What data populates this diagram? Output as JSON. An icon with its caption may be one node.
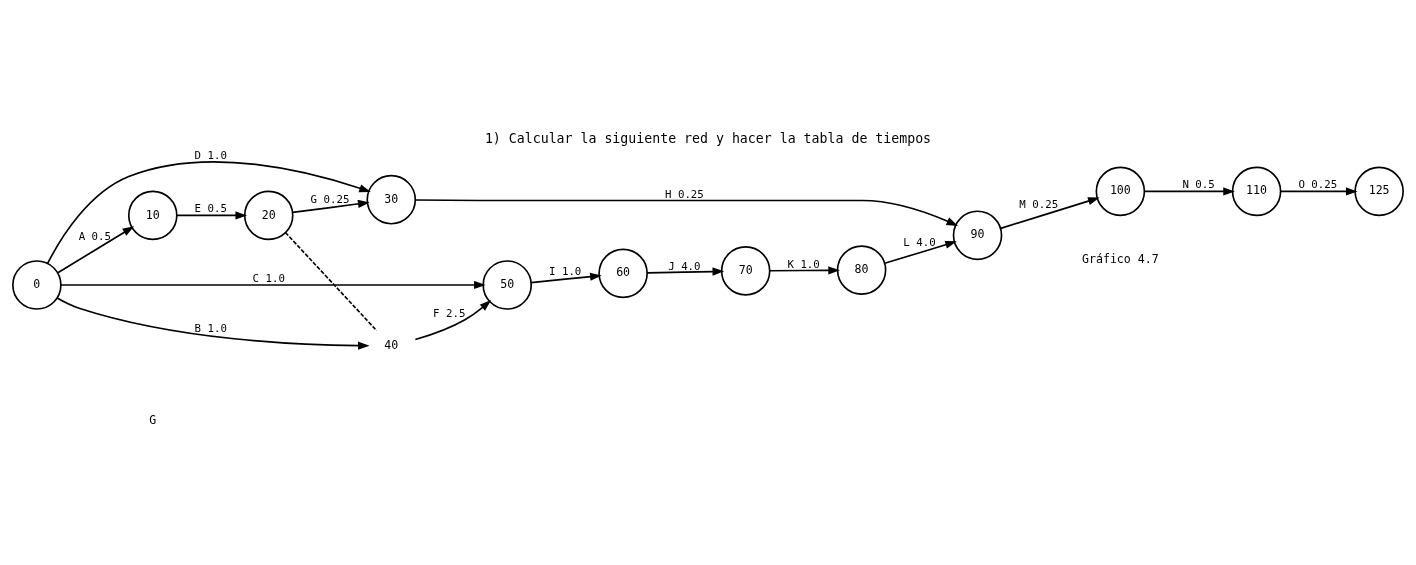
{
  "diagram": {
    "title": "1) Calcular la siguiente red y hacer la tabla de tiempos",
    "caption": "Gráfico 4.7",
    "nodes": [
      {
        "text": [
          "0"
        ]
      },
      {
        "text": [
          "10"
        ]
      },
      {
        "text": [
          "20"
        ]
      },
      {
        "text": [
          "30"
        ]
      },
      {
        "text": [
          "40"
        ]
      },
      {
        "text": [
          "50"
        ]
      },
      {
        "text": [
          "60"
        ]
      },
      {
        "text": [
          "70"
        ]
      },
      {
        "text": [
          "80"
        ]
      },
      {
        "text": [
          "90"
        ]
      },
      {
        "text": [
          "100"
        ]
      },
      {
        "text": [
          "110"
        ]
      },
      {
        "text": [
          "125"
        ]
      }
    ],
    "edges": [
      {
        "from": 0,
        "to": 3,
        "arrow": "to",
        "label": "D 1.0"
      },
      {
        "from": 0,
        "to": 1,
        "arrow": "to",
        "label": "A 0.5"
      },
      {
        "from": 1,
        "to": 2,
        "arrow": "to",
        "label": "E 0.5"
      },
      {
        "from": 2,
        "to": 3,
        "arrow": "to",
        "label": "G 0.25"
      },
      {
        "from": 3,
        "to": 9,
        "arrow": "to",
        "label": "H 0.25"
      },
      {
        "from": 0,
        "to": 4,
        "arrow": "to",
        "label": "B 1.0"
      },
      {
        "from": 2,
        "to": 4,
        "arrow": "none",
        "style": "dashed"
      },
      {
        "from": 4,
        "to": 5,
        "arrow": "to",
        "label": "F 2.5"
      },
      {
        "from": 0,
        "to": 5,
        "arrow": "to",
        "label": "C 1.0"
      },
      {
        "from": 5,
        "to": 6,
        "arrow": "to",
        "label": "I 1.0"
      },
      {
        "from": 6,
        "to": 7,
        "arrow": "to",
        "label": "J 4.0"
      },
      {
        "from": 7,
        "to": 8,
        "arrow": "to",
        "label": "K 1.0"
      },
      {
        "from": 8,
        "to": 9,
        "arrow": "to",
        "label": "L 4.0"
      },
      {
        "from": 9,
        "to": 10,
        "arrow": "to",
        "label": "M 0.25"
      },
      {
        "from": 10,
        "to": 11,
        "arrow": "to",
        "label": "N 0.5"
      },
      {
        "from": 11,
        "to": 12,
        "arrow": "to",
        "label": "O 0.25"
      }
    ],
    "labels": [
      "G"
    ]
  }
}
